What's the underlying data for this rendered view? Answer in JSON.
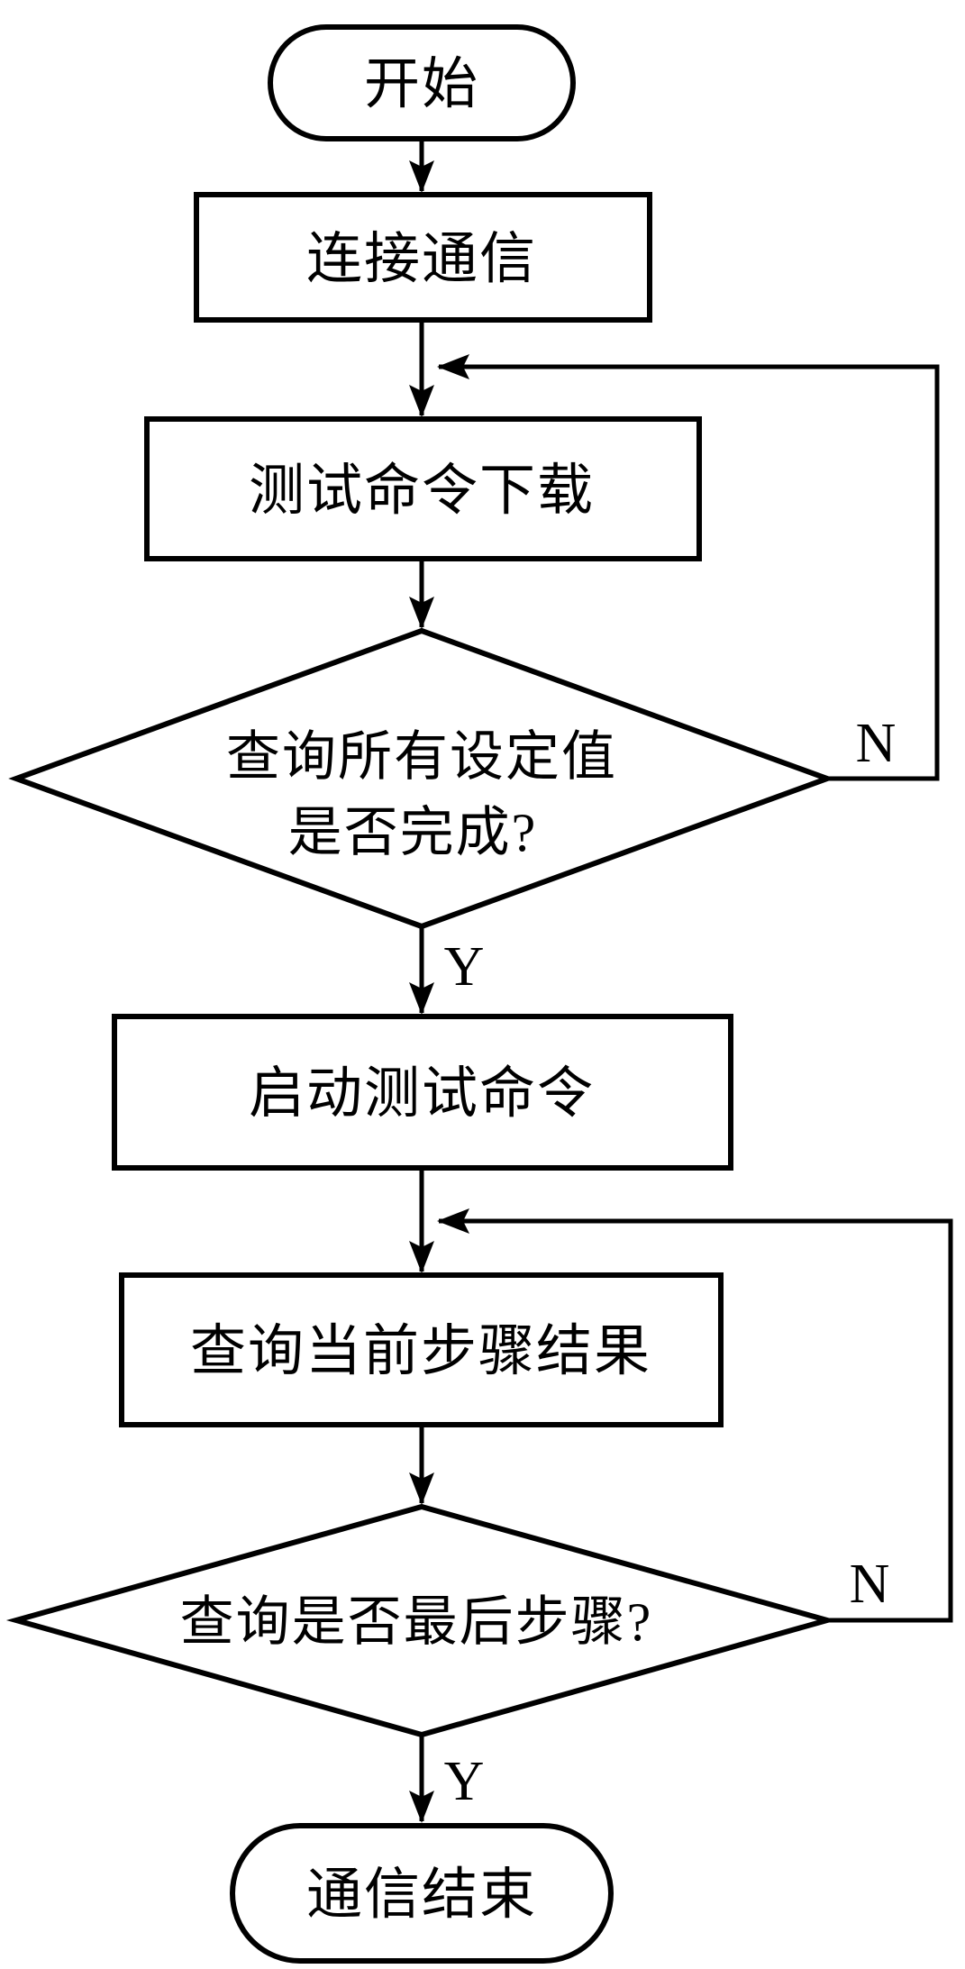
{
  "flow": {
    "nodes": {
      "start": {
        "type": "terminator",
        "label": "开始"
      },
      "connect": {
        "type": "process",
        "label": "连接通信"
      },
      "download": {
        "type": "process",
        "label": "测试命令下载"
      },
      "check_settings": {
        "type": "decision",
        "label_line1": "查询所有设定值",
        "label_line2": "是否完成?"
      },
      "start_test": {
        "type": "process",
        "label": "启动测试命令"
      },
      "query_result": {
        "type": "process",
        "label": "查询当前步骤结果"
      },
      "check_last": {
        "type": "decision",
        "label": "查询是否最后步骤?"
      },
      "end": {
        "type": "terminator",
        "label": "通信结束"
      }
    },
    "branch_labels": {
      "settings_no": "N",
      "settings_yes": "Y",
      "last_no": "N",
      "last_yes": "Y"
    },
    "edges": [
      {
        "from": "start",
        "to": "connect"
      },
      {
        "from": "connect",
        "to": "download"
      },
      {
        "from": "download",
        "to": "check_settings"
      },
      {
        "from": "check_settings",
        "to": "download",
        "label": "N"
      },
      {
        "from": "check_settings",
        "to": "start_test",
        "label": "Y"
      },
      {
        "from": "start_test",
        "to": "query_result"
      },
      {
        "from": "query_result",
        "to": "check_last"
      },
      {
        "from": "check_last",
        "to": "query_result",
        "label": "N"
      },
      {
        "from": "check_last",
        "to": "end",
        "label": "Y"
      }
    ],
    "colors": {
      "stroke": "#000000",
      "background": "#ffffff",
      "text": "#000000"
    }
  }
}
